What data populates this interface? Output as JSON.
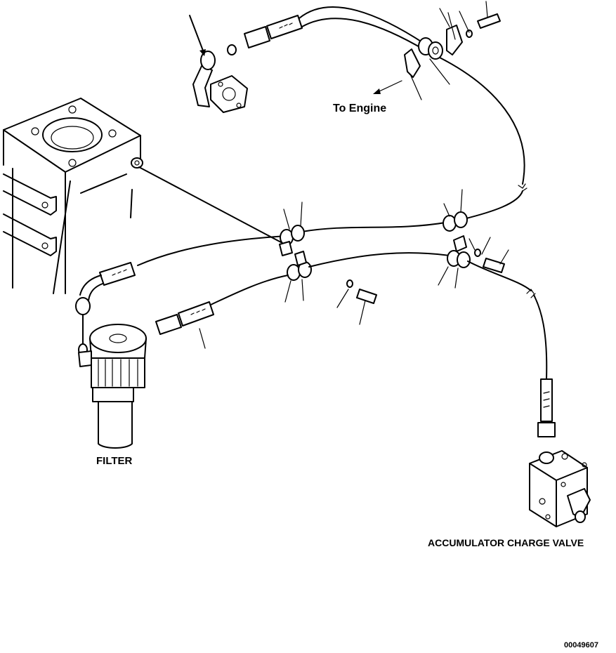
{
  "labels": {
    "to_engine": "To Engine",
    "filter": "FILTER",
    "accumulator_charge_valve": "ACCUMULATOR CHARGE VALVE",
    "drawing_number": "00049607"
  }
}
